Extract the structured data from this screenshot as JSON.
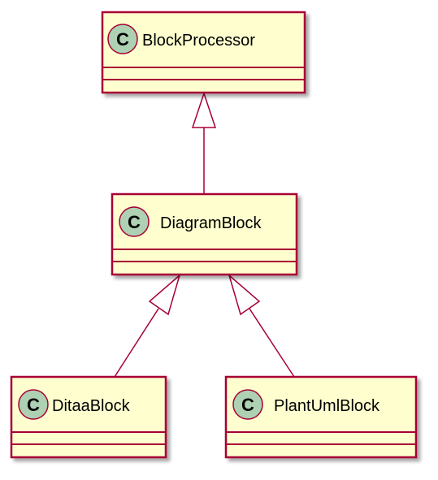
{
  "diagram": {
    "type": "uml-class-diagram",
    "colors": {
      "class_fill": "#FEFECE",
      "class_border": "#A80036",
      "stereotype_circle_fill": "#ADD1B2",
      "edge": "#A80036",
      "shadow": "#C0C0C0"
    },
    "stereotype_letter": "C",
    "classes": [
      {
        "id": "block_processor",
        "name": "BlockProcessor"
      },
      {
        "id": "diagram_block",
        "name": "DiagramBlock"
      },
      {
        "id": "ditaa_block",
        "name": "DitaaBlock"
      },
      {
        "id": "plantuml_block",
        "name": "PlantUmlBlock"
      }
    ],
    "relations": [
      {
        "from": "diagram_block",
        "to": "block_processor",
        "kind": "inheritance"
      },
      {
        "from": "ditaa_block",
        "to": "diagram_block",
        "kind": "inheritance"
      },
      {
        "from": "plantuml_block",
        "to": "diagram_block",
        "kind": "inheritance"
      }
    ]
  }
}
